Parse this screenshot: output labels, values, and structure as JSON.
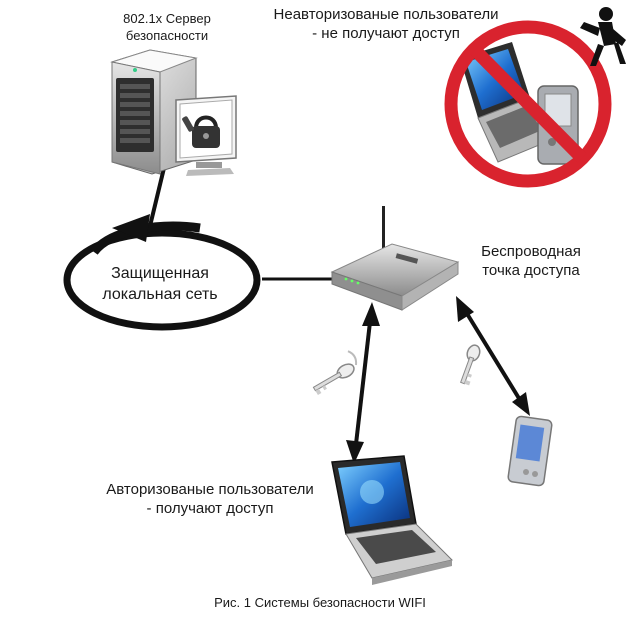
{
  "labels": {
    "server_line1": "802.1x Сервер",
    "server_line2": "безопасности",
    "unauth_line1": "Неавторизованые пользователи",
    "unauth_line2": "- не получают доступ",
    "lan_line1": "Защищенная",
    "lan_line2": "локальная сеть",
    "ap_line1": "Беспроводная",
    "ap_line2": "точка доступа",
    "auth_line1": "Авторизованые пользователи",
    "auth_line2": "- получают доступ",
    "caption": "Рис. 1 Системы безопасности WIFI"
  },
  "colors": {
    "prohibition": "#d9232e",
    "line": "#111111",
    "screen_blue": "#1f6fd0"
  },
  "icons": [
    "server-icon",
    "padlock-icon",
    "router-icon",
    "laptop-icon",
    "pda-icon",
    "key-icon",
    "person-icon"
  ]
}
